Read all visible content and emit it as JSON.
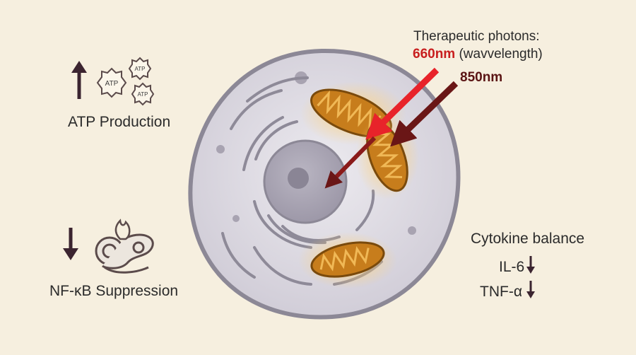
{
  "effects": {
    "atp_label": "ATP Production",
    "atp_badge": "ATP",
    "nfkb_label": "NF-κB Suppression"
  },
  "photons": {
    "title": "Therapeutic photons:",
    "wavelength_1": "660nm",
    "wavelength_1_note": " (wavvelength)",
    "wavelength_2": "850nm"
  },
  "cytokines": {
    "title": "Cytokine balance",
    "items": [
      "IL-6",
      "TNF-α"
    ]
  },
  "colors": {
    "background": "#f6efdf",
    "red_light": "#e8232a",
    "nir_light": "#6a1616",
    "mitochondria": "#c77d1c",
    "cell": "#d9d6df"
  }
}
